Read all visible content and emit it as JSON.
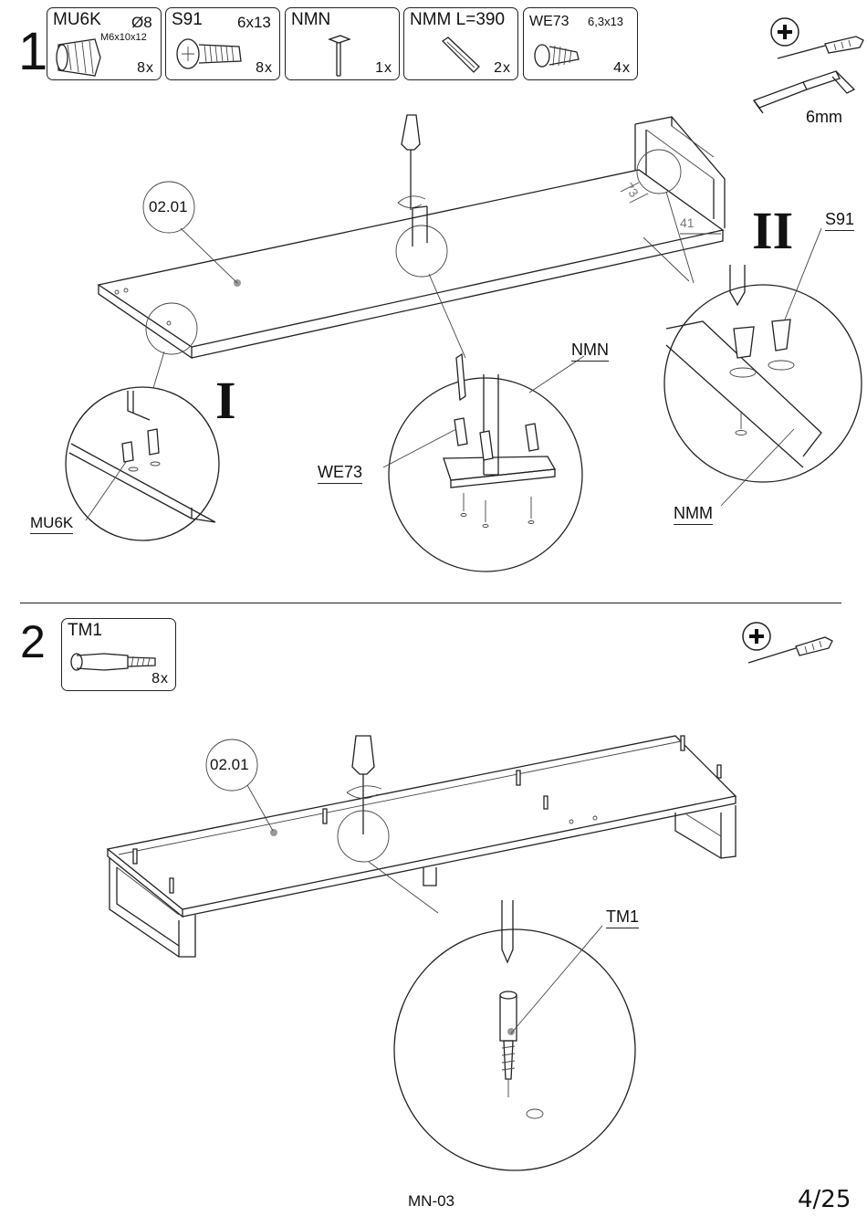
{
  "step1": {
    "number": "1",
    "parts": [
      {
        "name": "MU6K",
        "spec": "Ø8",
        "spec2": "M6x10x12",
        "qty": "8x"
      },
      {
        "name": "S91",
        "spec": "6x13",
        "qty": "8x"
      },
      {
        "name": "NMN",
        "qty": "1x"
      },
      {
        "name": "NMM L=390",
        "qty": "2x"
      },
      {
        "name": "WE73",
        "spec": "6,3x13",
        "qty": "4x"
      }
    ],
    "tool_size": "6mm",
    "panel_label": "02.01",
    "dim_73": "73",
    "dim_41": "41",
    "roman_left": "I",
    "roman_right": "II",
    "labels": {
      "mu6k": "MU6K",
      "we73": "WE73",
      "nmn": "NMN",
      "nmm": "NMM",
      "s91": "S91"
    }
  },
  "step2": {
    "number": "2",
    "parts": [
      {
        "name": "TM1",
        "qty": "8x"
      }
    ],
    "panel_label": "02.01",
    "labels": {
      "tm1": "TM1"
    }
  },
  "footer": {
    "code": "MN-03",
    "page": "4/25"
  },
  "colors": {
    "line": "#222222",
    "background": "#ffffff",
    "dot": "#999999"
  }
}
